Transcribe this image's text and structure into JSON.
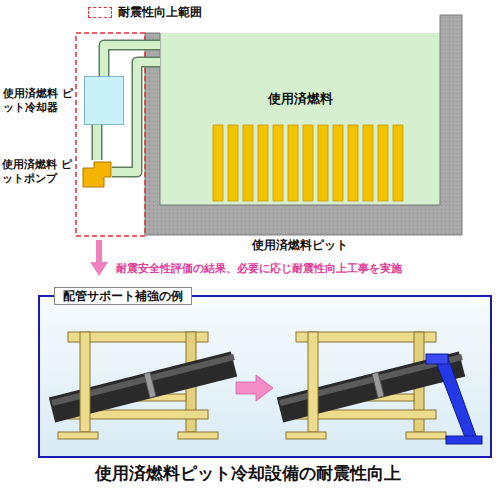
{
  "diagram": {
    "caption": "使用済燃料ピット冷却設備の耐震性向上",
    "nodes": [
      {
        "text": [
          "使用済燃料 ピット冷却器"
        ]
      },
      {
        "text": [
          "使用済燃料 ピットポンプ"
        ]
      },
      {
        "text": [
          "使用済燃料"
        ]
      },
      {
        "text": [
          "配管サポート補強の例"
        ]
      }
    ],
    "edges": [
      {
        "from": 2,
        "to": 0,
        "arrow": "none"
      },
      {
        "from": 0,
        "to": 1,
        "arrow": "none"
      },
      {
        "from": 1,
        "to": 2,
        "arrow": "none"
      }
    ],
    "labels": [
      "使用済燃料ピット",
      "耐震安全性評価の結果、必要に応じ耐震性向上工事を実施"
    ],
    "legend": [
      {
        "text": "耐震性向上範囲"
      }
    ]
  }
}
